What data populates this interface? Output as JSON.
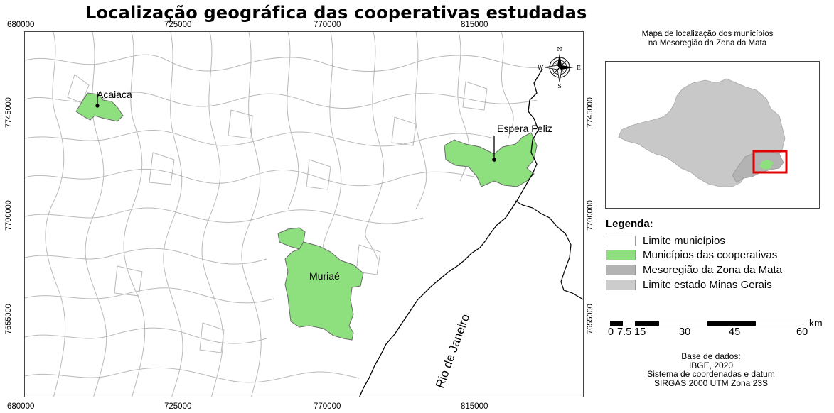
{
  "title": "Localização geográfica das cooperativas estudadas",
  "axes": {
    "x_ticks": [
      "680000",
      "725000",
      "770000",
      "815000"
    ],
    "y_ticks": [
      "7745000",
      "7700000",
      "7655000"
    ]
  },
  "map_labels": {
    "acaiaca": "Acaiaca",
    "espera_feliz": "Espera Feliz",
    "muriae": "Muriaé",
    "rio_de_janeiro": "Rio de Janeiro"
  },
  "compass": {
    "n": "N",
    "s": "S",
    "e": "E",
    "w": "W"
  },
  "inset": {
    "caption_line1": "Mapa de localização dos municípios",
    "caption_line2": "na Mesoregião da Zona da Mata"
  },
  "legend": {
    "title": "Legenda:",
    "items": [
      {
        "label": "Limite municípios",
        "color": "#ffffff"
      },
      {
        "label": "Municípios das cooperativas",
        "color": "#8ee07f"
      },
      {
        "label": "Mesoregião da Zona da Mata",
        "color": "#b3b3b3"
      },
      {
        "label": "Limite estado Minas Gerais",
        "color": "#cccccc"
      }
    ]
  },
  "scale": {
    "labels": [
      "0",
      "7.5",
      "15",
      "30",
      "45",
      "60"
    ],
    "unit": "km"
  },
  "source": {
    "line1": "Base de dados:",
    "line2": "IBGE, 2020",
    "line3": "Sistema de coordenadas e datum",
    "line4": "SIRGAS 2000 UTM Zona 23S"
  },
  "colors": {
    "cooperative_green": "#8ee07f",
    "state_gray": "#c8c8c8",
    "mesoregion_gray": "#b3b3b3",
    "frame_red": "#e00000",
    "boundary": "#b9b9b9"
  }
}
